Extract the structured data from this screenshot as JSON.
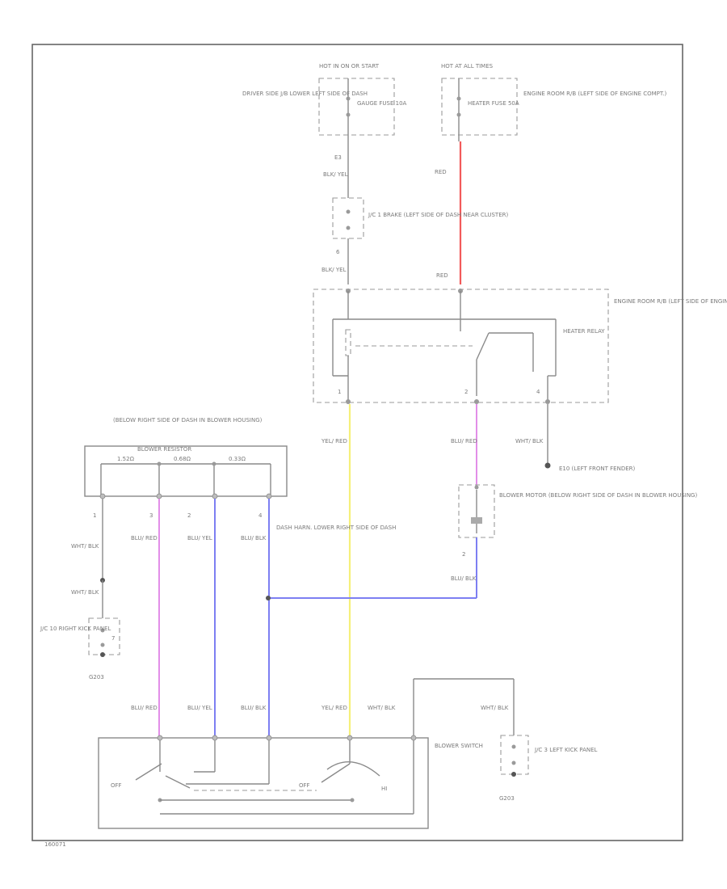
{
  "colors": {
    "red": "#f25a5a",
    "yellow": "#f5f07a",
    "pink": "#e28ee8",
    "blue": "#7d7ff2",
    "wire": "#8a8a8a"
  },
  "labels": {
    "hot_in_on": "HOT IN ON OR START",
    "hot_at_all_times": "HOT AT ALL TIMES",
    "driver_side_jb": "DRIVER SIDE J/B LOWER LEFT SIDE OF DASH",
    "gauge_fuse": "GAUGE FUSE 10A",
    "heater_fuse": "HEATER FUSE 50A",
    "engine_room_rb": "ENGINE ROOM R/B (LEFT SIDE OF ENGINE COMPT.)",
    "wire_e3": "E3",
    "wire_blk_yel_1": "BLK/ YEL",
    "jc_brake": "J/C 1 BRAKE (LEFT SIDE OF DASH NEAR CLUSTER)",
    "wire_6": "6",
    "wire_blk_yel_2": "BLK/ YEL",
    "wire_red_1": "RED",
    "wire_red_2": "RED",
    "engine_room_rb_2": "ENGINE ROOM R/B (LEFT SIDE OF ENGINE COMPT.)",
    "heater_relay": "HEATER RELAY",
    "pin_1": "1",
    "pin_2": "2",
    "pin_4": "4",
    "resistor_location": "(BELOW RIGHT SIDE OF DASH IN BLOWER HOUSING)",
    "blower_resistor": "BLOWER RESISTOR",
    "res_1": "1.52Ω",
    "res_2": "0.68Ω",
    "res_3": "0.33Ω",
    "res_pin_1": "1",
    "res_pin_3": "3",
    "res_pin_2": "2",
    "res_pin_4": "4",
    "yel_red_1": "YEL/ RED",
    "blu_red_1": "BLU/ RED",
    "wht_blk_1": "WHT/ BLK",
    "ground_e10": "E10 (LEFT FRONT FENDER)",
    "blower_motor": "BLOWER MOTOR (BELOW RIGHT SIDE OF DASH IN BLOWER HOUSING)",
    "motor_pin": "2",
    "wht_blk_2": "WHT/ BLK",
    "blu_red_2": "BLU/ RED",
    "blu_yel_1": "BLU/ YEL",
    "blu_blk_1": "BLU/ BLK",
    "dash_harn": "DASH HARN. LOWER RIGHT SIDE OF DASH",
    "blu_blk_2": "BLU/ BLK",
    "wht_blk_3": "WHT/ BLK",
    "jc_right_kick": "J/C 10 RIGHT KICK PANEL",
    "jc_pin_7": "7",
    "ground_g03": "G203",
    "blu_red_3": "BLU/ RED",
    "blu_yel_2": "BLU/ YEL",
    "blu_blk_3": "BLU/ BLK",
    "yel_red_2": "YEL/ RED",
    "wht_blk_4": "WHT/ BLK",
    "wht_blk_5": "WHT/ BLK",
    "blower_switch": "BLOWER SWITCH",
    "jc_left_kick": "J/C 3 LEFT KICK PANEL",
    "ground_g03b": "G203",
    "off_1": "OFF",
    "off_2": "OFF",
    "hi": "HI",
    "figure_id": "160071"
  }
}
